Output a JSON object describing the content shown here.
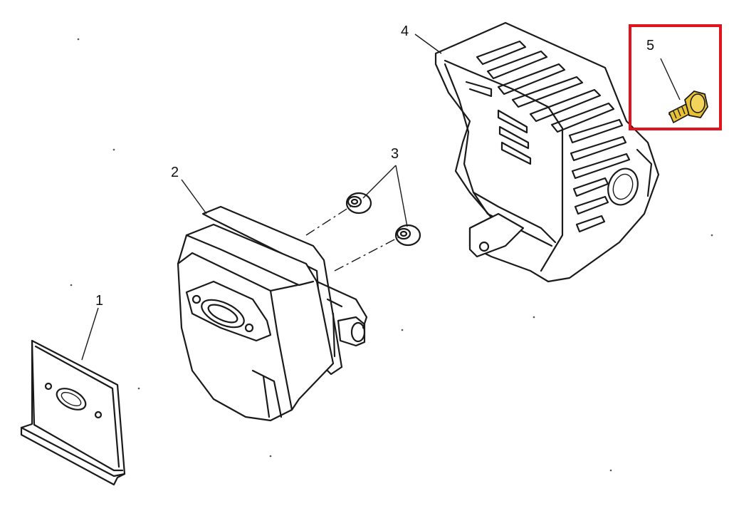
{
  "diagram": {
    "callouts": [
      {
        "id": "part-1",
        "label": "1"
      },
      {
        "id": "part-2",
        "label": "2"
      },
      {
        "id": "part-3",
        "label": "3"
      },
      {
        "id": "part-4",
        "label": "4"
      },
      {
        "id": "part-5",
        "label": "5"
      }
    ],
    "highlight_color": "#e0141e",
    "bolt_color": "#e8c233",
    "icons": [
      "gasket-plate",
      "muffler-body",
      "grommet",
      "muffler-cover",
      "bolt"
    ]
  }
}
